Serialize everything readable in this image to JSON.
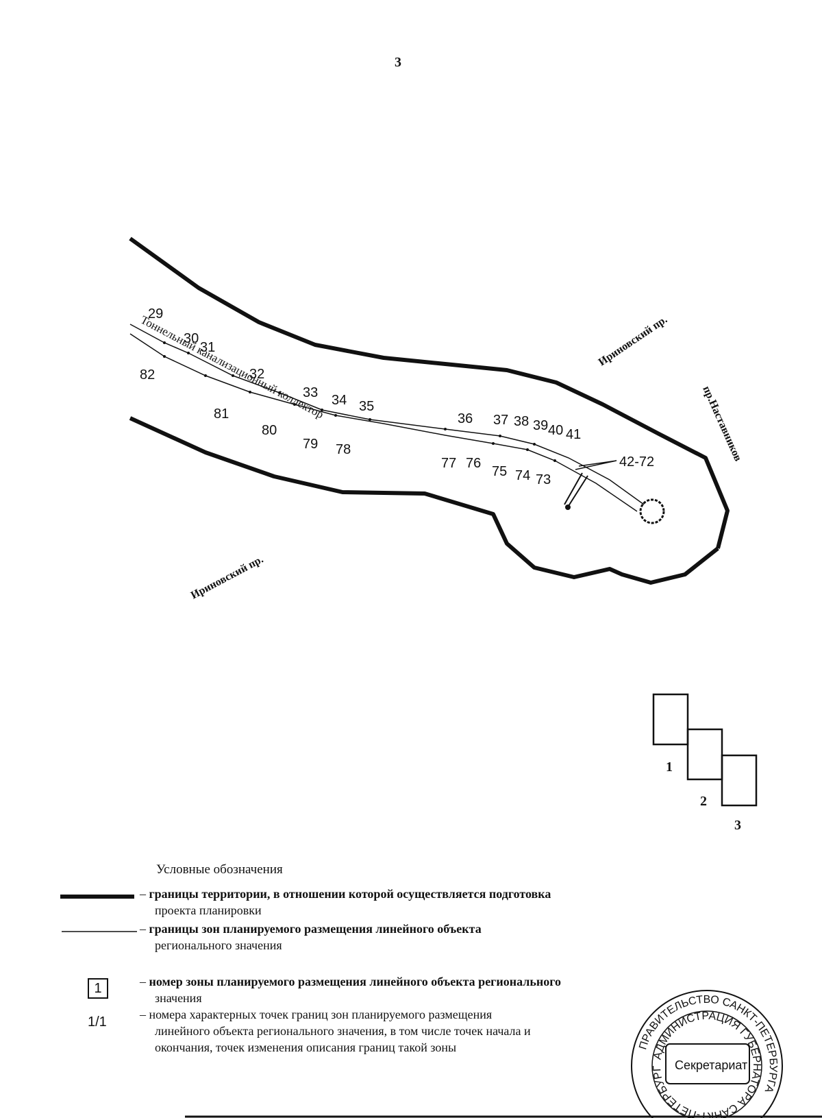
{
  "page_number": "3",
  "map": {
    "streets": {
      "irinovsky_top": "Ириновский пр.",
      "irinovsky_bottom": "Ириновский пр.",
      "nastavnikov": "пр.Наставников"
    },
    "collector_label": "Тоннельный канализационный коллектор",
    "points": {
      "p29": "29",
      "p30": "30",
      "p31": "31",
      "p32": "32",
      "p33": "33",
      "p34": "34",
      "p35": "35",
      "p36": "36",
      "p37": "37",
      "p38": "38",
      "p39": "39",
      "p40": "40",
      "p41": "41",
      "p42_72": "42-72",
      "p73": "73",
      "p74": "74",
      "p75": "75",
      "p76": "76",
      "p77": "77",
      "p78": "78",
      "p79": "79",
      "p80": "80",
      "p81": "81",
      "p82": "82"
    }
  },
  "sheet_index": {
    "labels": [
      "1",
      "2",
      "3"
    ]
  },
  "legend": {
    "title": "Условные обозначения",
    "items": [
      {
        "dash": "–",
        "line1": "границы территории, в отношении которой осуществляется подготовка",
        "line2": "проекта планировки"
      },
      {
        "dash": "–",
        "line1": "границы зон планируемого размещения линейного объекта",
        "line2": "регионального значения"
      },
      {
        "dash": "–",
        "symbol": "1",
        "line1": "номер зоны планируемого размещения линейного объекта регионального",
        "line2": "значения"
      },
      {
        "dash": "–",
        "symbol": "1/1",
        "line1": "номера характерных точек границ зон планируемого размещения",
        "line2": "линейного объекта регионального значения, в том числе точек начала и",
        "line3": "окончания, точек изменения описания границ такой зоны"
      }
    ]
  },
  "seal": {
    "outer_text": "ПРАВИТЕЛЬСТВО САНКТ-ПЕТЕРБУРГА",
    "inner_text": "АДМИНИСТРАЦИЯ ГУБЕРНАТОРА САНКТ-ПЕТЕРБУРГА",
    "center": "Секретариат"
  }
}
